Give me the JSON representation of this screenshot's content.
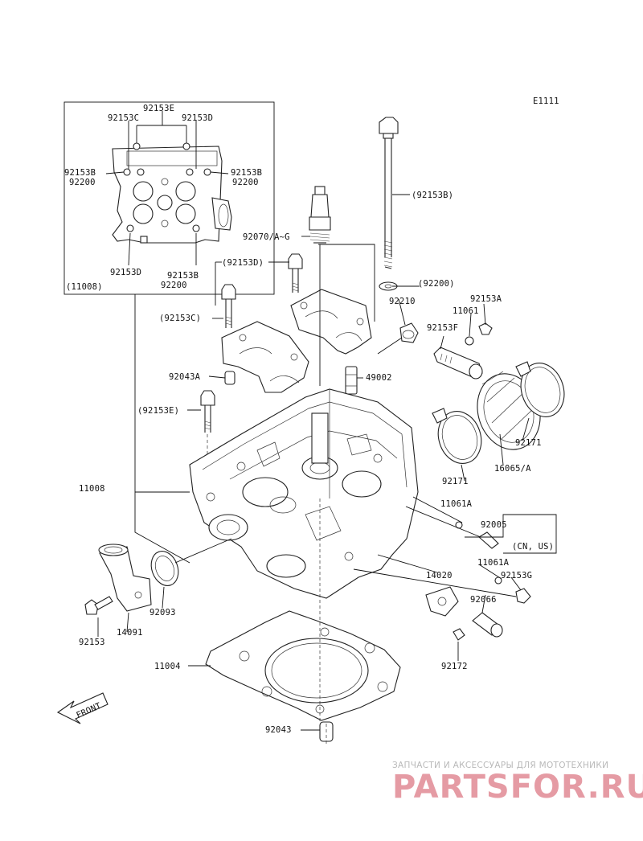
{
  "diagram": {
    "code": "E1111",
    "inset": {
      "labels": [
        "92153E",
        "92153C",
        "92153D",
        "92153B",
        "92200",
        "92153B",
        "92200",
        "92153D",
        "92153B",
        "92200",
        "(11008)"
      ]
    },
    "callouts": {
      "bolt_92153B": "(92153B)",
      "spark_plug": "92070/A~G",
      "bolt_92153D": "(92153D)",
      "washer_92200": "(92200)",
      "bolt_92153C": "(92153C)",
      "cap_92210": "92210",
      "bolt_11061": "11061",
      "bolt_92153A": "92153A",
      "bolt_92153F": "92153F",
      "dowel_92043A": "92043A",
      "seal_49002": "49002",
      "bolt_92153E": "(92153E)",
      "clamp_92171_top": "92171",
      "holder_16065": "16065/A",
      "clamp_92171_mid": "92171",
      "head_11008": "11008",
      "bolt_11061A_top": "11061A",
      "plug_92005": "92005",
      "market_note": "(CN, US)",
      "bolt_11061A_mid": "11061A",
      "bolt_92153G": "92153G",
      "cover_14020": "14020",
      "oring_92093": "92093",
      "pipe_92066": "92066",
      "bolt_92153": "92153",
      "fitting_14091": "14091",
      "bolt_92172": "92172",
      "gasket_11004": "11004",
      "dowel_92043": "92043"
    },
    "front_arrow": "FRONT"
  },
  "watermark": {
    "subtitle": "ЗАПЧАСТИ И АКСЕССУАРЫ ДЛЯ МОТОТЕХНИКИ",
    "logo": "PARTSFOR.RU",
    "logo_color": "#e08a94",
    "subtitle_color": "#b9b9b9"
  }
}
